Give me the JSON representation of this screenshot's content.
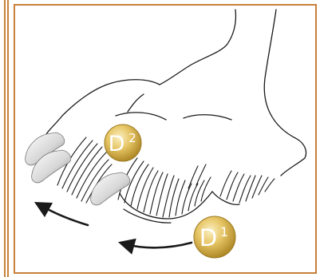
{
  "labels": {
    "d2": {
      "letter": "D",
      "sup": "2"
    },
    "d1": {
      "letter": "D",
      "sup": "1"
    }
  },
  "colors": {
    "frame": "#c8803a",
    "badge_light": "#f7e6a4",
    "badge_mid": "#e2bf5a",
    "badge_dark": "#b48928",
    "claw_light": "#f2f2f2",
    "claw_dark": "#8e8e8e",
    "line": "#1a1a1a"
  }
}
